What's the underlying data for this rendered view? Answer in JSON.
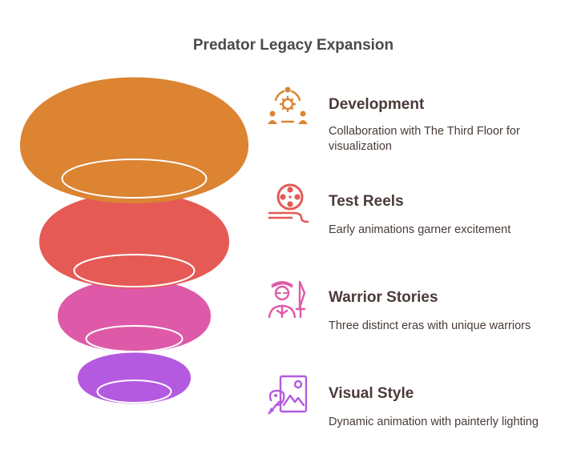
{
  "title": "Predator Legacy Expansion",
  "colors": {
    "tier1": "#DC8432",
    "tier2": "#E55A55",
    "tier3": "#DE5AA8",
    "tier4": "#B45AE0",
    "text": "#4A3B38"
  },
  "items": [
    {
      "title": "Development",
      "description": "Collaboration with The Third Floor for visualization",
      "icon": "team-gear-icon",
      "color": "#DC8432"
    },
    {
      "title": "Test Reels",
      "description": "Early animations garner excitement",
      "icon": "film-reel-icon",
      "color": "#E55A55"
    },
    {
      "title": "Warrior Stories",
      "description": "Three distinct eras with unique warriors",
      "icon": "warrior-icon",
      "color": "#DE5AA8"
    },
    {
      "title": "Visual Style",
      "description": "Dynamic animation with painterly lighting",
      "icon": "painting-icon",
      "color": "#B45AE0"
    }
  ]
}
